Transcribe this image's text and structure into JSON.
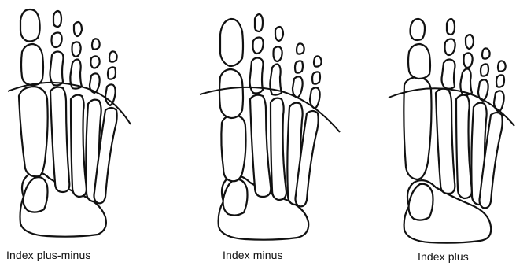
{
  "figure": {
    "panels": [
      {
        "id": "index-plus-minus",
        "caption": "Index plus-minus"
      },
      {
        "id": "index-minus",
        "caption": "Index minus"
      },
      {
        "id": "index-plus",
        "caption": "Index plus"
      }
    ]
  },
  "colors": {
    "line": "#111111",
    "background": "#ffffff"
  }
}
